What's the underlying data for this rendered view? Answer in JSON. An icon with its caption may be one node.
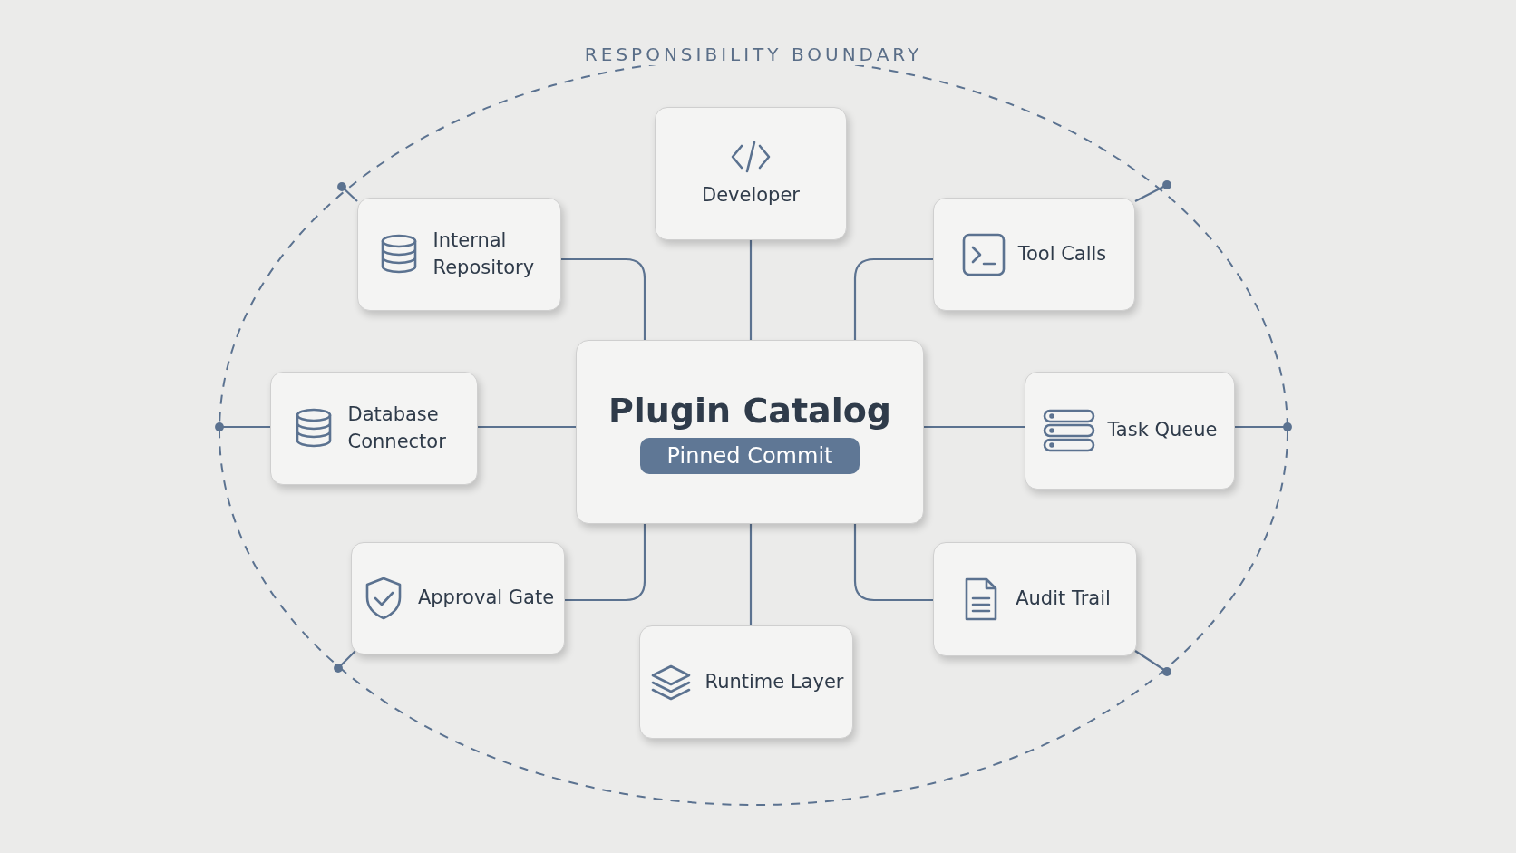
{
  "diagram": {
    "nodes": [
      {
        "text": [
          "RESPONSIBILITY BOUNDARY"
        ]
      },
      {
        "text": [
          "Developer"
        ],
        "in": 0
      },
      {
        "text": [
          "Internal Repository"
        ],
        "in": 0
      },
      {
        "text": [
          "Tool Calls"
        ],
        "in": 0
      },
      {
        "text": [
          "Plugin Catalog",
          "Pinned Commit"
        ],
        "in": 0
      },
      {
        "text": [
          "Database Connector"
        ],
        "in": 0
      },
      {
        "text": [
          "Task Queue"
        ],
        "in": 0
      },
      {
        "text": [
          "Approval Gate"
        ],
        "in": 0
      },
      {
        "text": [
          "Audit Trail"
        ],
        "in": 0
      },
      {
        "text": [
          "Runtime Layer"
        ],
        "in": 0
      }
    ],
    "edges": [
      {
        "from": 1,
        "to": 4,
        "arrow": "none"
      },
      {
        "from": 2,
        "to": 4,
        "arrow": "none"
      },
      {
        "from": 3,
        "to": 4,
        "arrow": "none"
      },
      {
        "from": 5,
        "to": 4,
        "arrow": "none"
      },
      {
        "from": 4,
        "to": 6,
        "arrow": "none"
      },
      {
        "from": 7,
        "to": 4,
        "arrow": "none"
      },
      {
        "from": 4,
        "to": 8,
        "arrow": "none"
      },
      {
        "from": 4,
        "to": 9,
        "arrow": "none"
      },
      {
        "from": 2,
        "to": 0,
        "arrow": "other"
      },
      {
        "from": 3,
        "to": 0,
        "arrow": "other"
      },
      {
        "from": 5,
        "to": 0,
        "arrow": "other"
      },
      {
        "from": 6,
        "to": 0,
        "arrow": "other"
      },
      {
        "from": 7,
        "to": 0,
        "arrow": "other"
      },
      {
        "from": 8,
        "to": 0,
        "arrow": "other"
      }
    ]
  }
}
